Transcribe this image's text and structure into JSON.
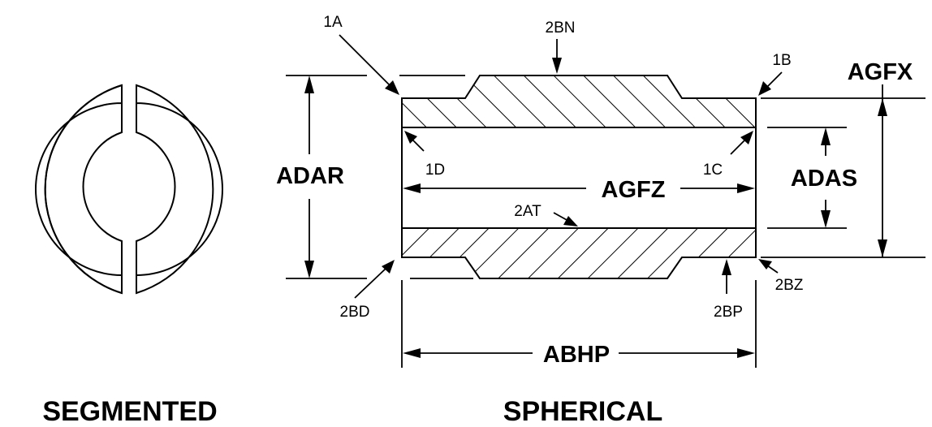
{
  "segmented": {
    "title": "SEGMENTED"
  },
  "spherical": {
    "title": "SPHERICAL"
  },
  "callouts": {
    "c1A": "1A",
    "c2BN": "2BN",
    "c1B": "1B",
    "c1D": "1D",
    "c1C": "1C",
    "c2AT": "2AT",
    "c2BD": "2BD",
    "c2BP": "2BP",
    "c2BZ": "2BZ"
  },
  "dimensions": {
    "adar": "ADAR",
    "agfz": "AGFZ",
    "adas": "ADAS",
    "agfx": "AGFX",
    "abhp": "ABHP"
  }
}
